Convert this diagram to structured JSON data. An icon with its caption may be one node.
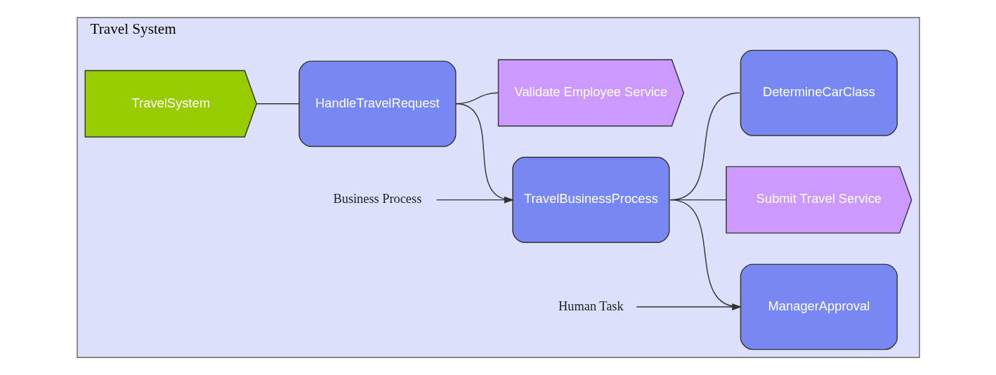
{
  "diagram": {
    "nodes": [
      {
        "text": [
          "Travel System"
        ]
      },
      {
        "text": [
          "TravelSystem"
        ],
        "in": 0
      },
      {
        "text": [
          "HandleTravelRequest"
        ],
        "in": 0
      },
      {
        "text": [
          "TravelBusinessProcess"
        ],
        "in": 0
      },
      {
        "text": [
          "Submit Travel Service"
        ],
        "in": 0
      },
      {
        "text": [
          "DetermineCarClass"
        ],
        "in": 0
      },
      {
        "text": [
          "Validate Employee Service"
        ],
        "in": 0
      },
      {
        "text": [
          "ManagerApproval"
        ],
        "in": 0
      },
      {
        "text": [
          "Business Process"
        ],
        "in": 0
      },
      {
        "text": [
          "Human Task"
        ],
        "in": 0
      }
    ],
    "edges": [
      {
        "from": 1,
        "to": 2,
        "arrow": "none"
      },
      {
        "from": 2,
        "to": 3,
        "arrow": "none"
      },
      {
        "from": 2,
        "to": 6,
        "arrow": "none"
      },
      {
        "from": 3,
        "to": 4,
        "arrow": "none"
      },
      {
        "from": 3,
        "to": 5,
        "arrow": "none"
      },
      {
        "from": 3,
        "to": 7,
        "arrow": "none"
      },
      {
        "from": 8,
        "to": 3,
        "arrow": "to"
      },
      {
        "from": 9,
        "to": 7,
        "arrow": "to"
      }
    ]
  }
}
